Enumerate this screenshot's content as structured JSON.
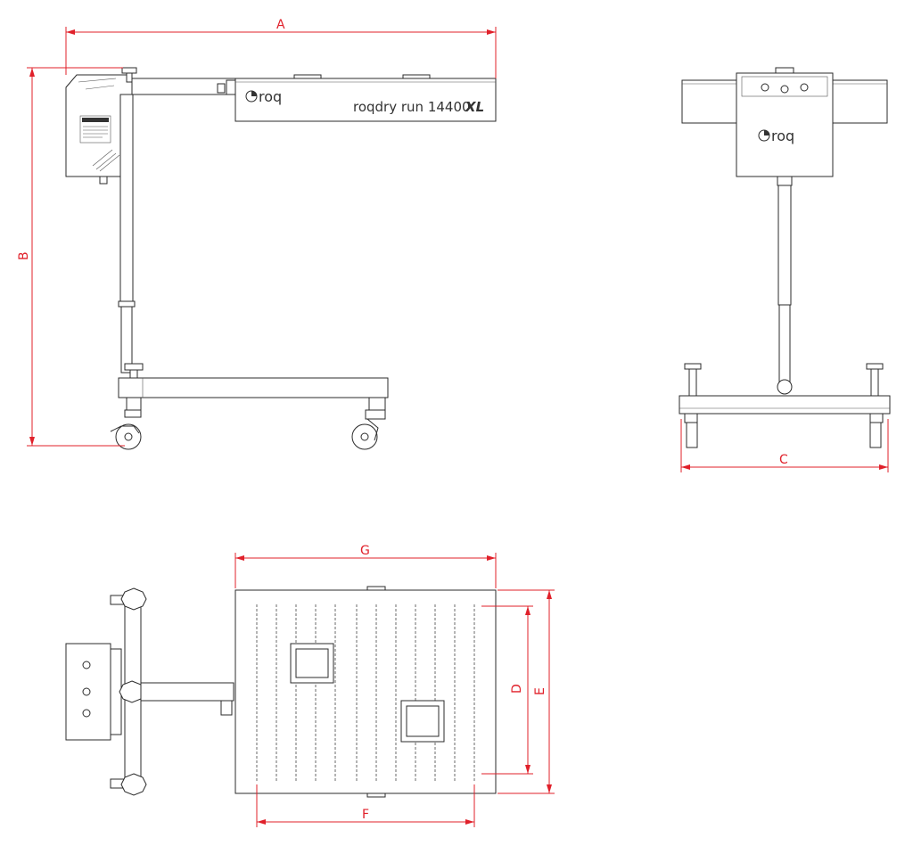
{
  "labels": {
    "A": "A",
    "B": "B",
    "C": "C",
    "D": "D",
    "E": "E",
    "F": "F",
    "G": "G"
  },
  "brand": "roq",
  "model": {
    "name": "roqdry run 14400",
    "suffix": "XL"
  },
  "colors": {
    "dimension": "#e0202a",
    "outline": "#2b2b2b"
  }
}
